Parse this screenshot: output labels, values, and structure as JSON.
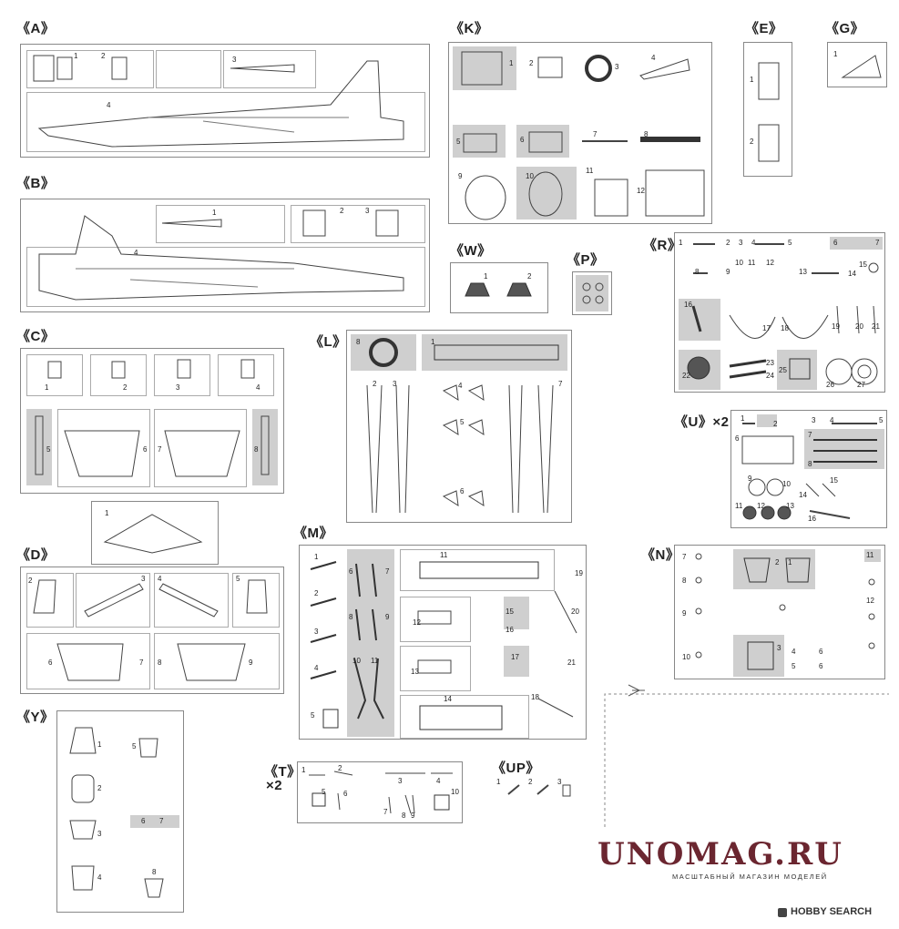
{
  "sprues": {
    "A": {
      "label": "《A》",
      "parts": [
        "1",
        "2",
        "3",
        "4"
      ]
    },
    "B": {
      "label": "《B》",
      "parts": [
        "1",
        "2",
        "3",
        "4"
      ]
    },
    "C": {
      "label": "《C》",
      "parts": [
        "1",
        "2",
        "3",
        "4",
        "5",
        "6",
        "7",
        "8"
      ]
    },
    "D": {
      "label": "《D》",
      "parts": [
        "1",
        "2",
        "3",
        "4",
        "5",
        "6",
        "7",
        "8",
        "9"
      ]
    },
    "Y": {
      "label": "《Y》",
      "parts": [
        "1",
        "2",
        "3",
        "4",
        "5",
        "6",
        "7",
        "8"
      ]
    },
    "K": {
      "label": "《K》",
      "parts": [
        "1",
        "2",
        "3",
        "4",
        "5",
        "6",
        "7",
        "8",
        "9",
        "10",
        "11",
        "12"
      ]
    },
    "E": {
      "label": "《E》",
      "parts": [
        "1",
        "2"
      ]
    },
    "G": {
      "label": "《G》",
      "parts": [
        "1"
      ]
    },
    "W": {
      "label": "《W》",
      "parts": [
        "1",
        "2"
      ]
    },
    "P": {
      "label": "《P》",
      "parts": []
    },
    "R": {
      "label": "《R》",
      "parts": [
        "1",
        "2",
        "3",
        "4",
        "5",
        "6",
        "7",
        "8",
        "9",
        "10",
        "11",
        "12",
        "13",
        "14",
        "15",
        "16",
        "17",
        "18",
        "19",
        "20",
        "21",
        "22",
        "23",
        "24",
        "25",
        "26",
        "27"
      ]
    },
    "L": {
      "label": "《L》",
      "parts": [
        "1",
        "2",
        "3",
        "4",
        "5",
        "6",
        "7",
        "8"
      ]
    },
    "U": {
      "label": "《U》×2",
      "parts": [
        "1",
        "2",
        "3",
        "4",
        "5",
        "6",
        "7",
        "8",
        "9",
        "10",
        "11",
        "12",
        "13",
        "14",
        "15",
        "16"
      ]
    },
    "M": {
      "label": "《M》",
      "parts": [
        "1",
        "2",
        "3",
        "4",
        "5",
        "6",
        "7",
        "8",
        "9",
        "10",
        "11",
        "12",
        "13",
        "14",
        "15",
        "16",
        "17",
        "18",
        "19",
        "20",
        "21"
      ]
    },
    "N": {
      "label": "《N》",
      "parts": [
        "1",
        "2",
        "3",
        "4",
        "5",
        "6",
        "7",
        "8",
        "9",
        "10",
        "11",
        "12"
      ]
    },
    "T": {
      "label": "《T》",
      "multiplier": "×2",
      "parts": [
        "1",
        "2",
        "3",
        "4",
        "5",
        "6",
        "7",
        "8",
        "9",
        "10"
      ]
    },
    "UP": {
      "label": "《UP》",
      "parts": [
        "1",
        "2",
        "3"
      ]
    }
  },
  "watermark": {
    "main": "UNOMAG.RU",
    "sub": "МАСШТАБНЫЙ МАГАЗИН МОДЕЛЕЙ"
  },
  "footer": {
    "brand": "HOBBY SEARCH"
  },
  "colors": {
    "outline": "#888888",
    "shaded": "#cfcfcf",
    "watermark": "#6b2630"
  }
}
